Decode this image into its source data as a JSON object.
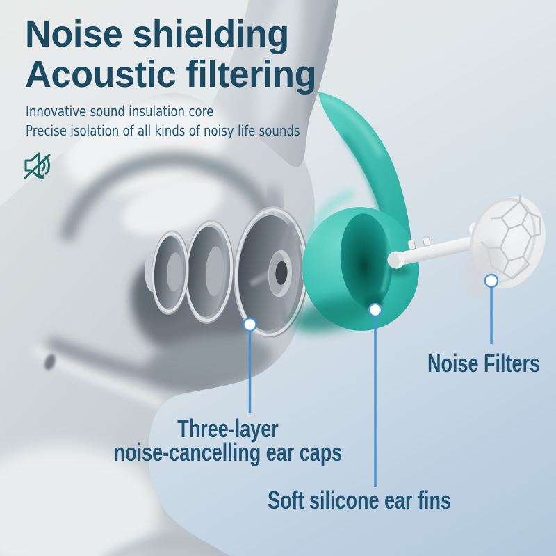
{
  "title": {
    "line1": "Noise shielding",
    "line2": "Acoustic filtering"
  },
  "subtitle": {
    "line1": "Innovative sound insulation core",
    "line2": "Precise isolation of all kinds of noisy life sounds"
  },
  "labels": {
    "noise_filters": "Noise Filters",
    "ear_caps_line1": "Three-layer",
    "ear_caps_line2": "noise-cancelling ear caps",
    "ear_fins": "Soft silicone ear fins"
  },
  "icons": {
    "muted_speaker": "muted-speaker-icon"
  },
  "colors": {
    "title_text": "#1b4a63",
    "label_text": "#1d5374",
    "callout_line": "#4796d2",
    "teal_part": "#2fb3a7",
    "gray_part": "#aab3b8",
    "background_top": "#e9ebea",
    "background_bottom": "#b2c8dc",
    "icon": "#1a6a68"
  }
}
